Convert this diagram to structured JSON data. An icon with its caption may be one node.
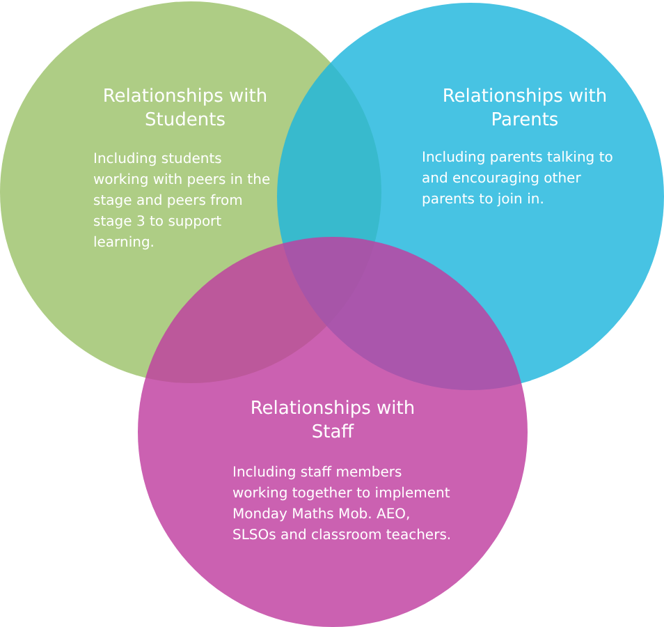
{
  "diagram": {
    "nodes": [
      {
        "text": [
          "Relationships with Students",
          "Including students working with peers in the stage and peers from stage 3 to support learning."
        ]
      },
      {
        "text": [
          "Relationships with Parents",
          "Including parents talking to and encouraging other parents to join in."
        ]
      },
      {
        "text": [
          "Relationships with Staff",
          "Including staff members working together to implement Monday Maths Mob. AEO, SLSOs and classroom teachers."
        ]
      }
    ]
  }
}
